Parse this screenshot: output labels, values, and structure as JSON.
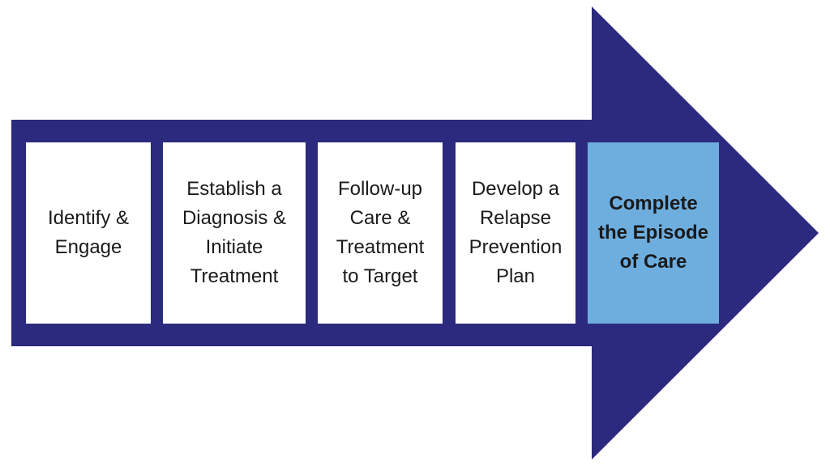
{
  "diagram": {
    "colors": {
      "arrow": "#2b2a7e",
      "step_background": "#ffffff",
      "highlight_background": "#6eaedf",
      "text": "#1a1a1a"
    },
    "steps": [
      {
        "label": "Identify &\nEngage",
        "highlighted": false
      },
      {
        "label": "Establish a\nDiagnosis &\nInitiate\nTreatment",
        "highlighted": false
      },
      {
        "label": "Follow-up\nCare &\nTreatment\nto Target",
        "highlighted": false
      },
      {
        "label": "Develop a\nRelapse\nPrevention\nPlan",
        "highlighted": false
      },
      {
        "label": "Complete\nthe Episode\nof Care",
        "highlighted": true
      }
    ]
  }
}
